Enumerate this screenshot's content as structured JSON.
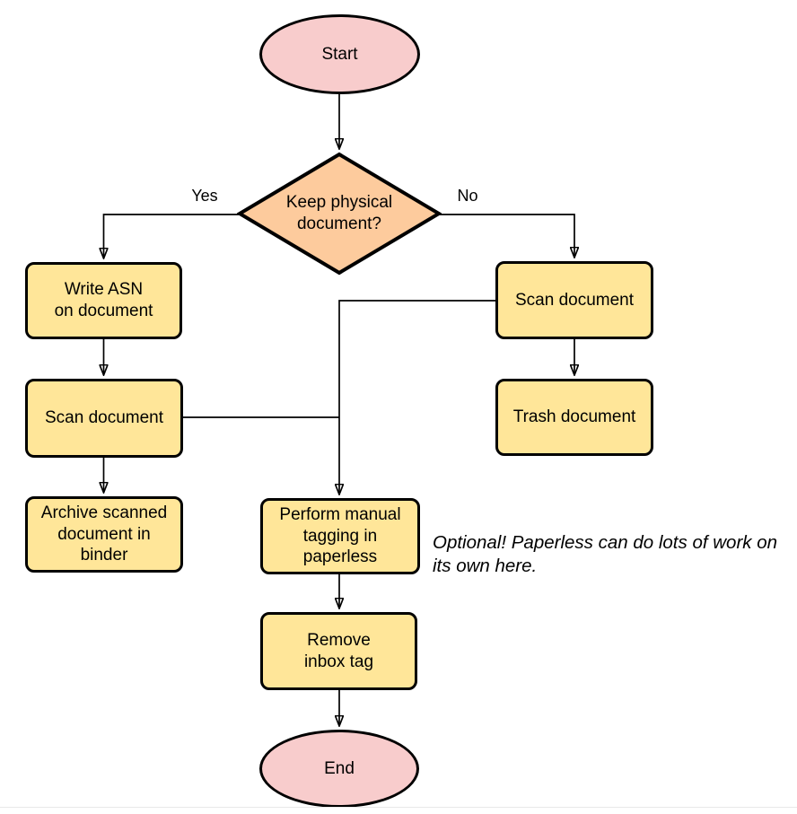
{
  "diagram": {
    "nodes": {
      "start": {
        "label": "Start",
        "shape": "ellipse"
      },
      "decision": {
        "label": "Keep physical\ndocument?",
        "shape": "diamond"
      },
      "write_asn": {
        "label": "Write ASN\non document",
        "shape": "rounded-rect"
      },
      "scan_left": {
        "label": "Scan document",
        "shape": "rounded-rect"
      },
      "archive": {
        "label": "Archive scanned\ndocument in\nbinder",
        "shape": "rounded-rect"
      },
      "scan_right": {
        "label": "Scan document",
        "shape": "rounded-rect"
      },
      "trash": {
        "label": "Trash document",
        "shape": "rounded-rect"
      },
      "tagging": {
        "label": "Perform manual\ntagging in\npaperless",
        "shape": "rounded-rect"
      },
      "remove_inbox": {
        "label": "Remove\ninbox tag",
        "shape": "rounded-rect"
      },
      "end": {
        "label": "End",
        "shape": "ellipse"
      }
    },
    "edge_labels": {
      "yes": "Yes",
      "no": "No"
    },
    "note": "Optional! Paperless can do lots of work on its own here.",
    "colors": {
      "terminal_fill": "#F8CCCC",
      "decision_fill": "#FDCB9D",
      "process_fill": "#FFE699",
      "stroke": "#000000",
      "page_divider": "#E8E8E8"
    }
  }
}
